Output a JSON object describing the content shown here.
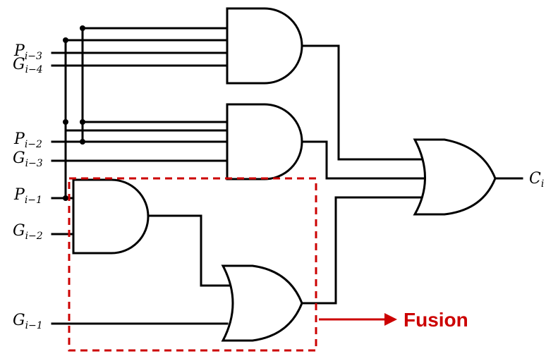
{
  "inputs": [
    {
      "letter": "P",
      "sub": "i−3"
    },
    {
      "letter": "G",
      "sub": "i−4"
    },
    {
      "letter": "P",
      "sub": "i−2"
    },
    {
      "letter": "G",
      "sub": "i−3"
    },
    {
      "letter": "P",
      "sub": "i−1"
    },
    {
      "letter": "G",
      "sub": "i−2"
    },
    {
      "letter": "G",
      "sub": "i−1"
    }
  ],
  "output": {
    "letter": "C",
    "sub": "i"
  },
  "fusion": {
    "label": "Fusion",
    "color": "#cc0000"
  }
}
